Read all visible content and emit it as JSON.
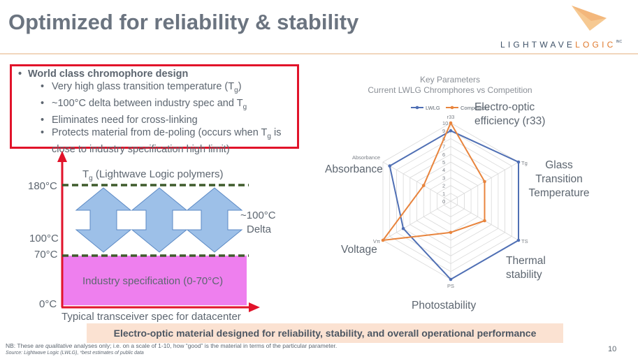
{
  "header": {
    "title": "Optimized for reliability & stability",
    "logo_word1": "LIGHTWAVE",
    "logo_word2": "LOGIC",
    "logo_tm": "INC"
  },
  "bullets": {
    "main": "World class chromophore design",
    "sub1": "Very high glass transition temperature (T",
    "sub1_g": "g",
    "sub1_end": ")",
    "sub2": "~100°C delta between industry spec and T",
    "sub2_g": "g",
    "sub3": "Eliminates need for cross-linking",
    "sub4": "Protects material from de-poling (occurs when T",
    "sub4_g": "g",
    "sub4_end": " is close to industry specification high limit)"
  },
  "temp_diagram": {
    "tg_label": "T",
    "tg_sub": "g",
    "tg_label_end": " (Lightwave Logic polymers)",
    "t180": "180°C",
    "t100": "100°C",
    "t70": "70°C",
    "t0": "0°C",
    "delta_line1": "~100°C",
    "delta_line2": "Delta",
    "spec_label": "Industry specification (0-70°C)",
    "xaxis_label": "Typical transceiver spec for datacenter"
  },
  "chart_data": {
    "type": "radar",
    "title": "Key Parameters",
    "subtitle": "Current LWLG Chromphores vs Competition",
    "axes": [
      "r33",
      "Tg",
      "TS",
      "PS",
      "Vπ",
      "Absorbance"
    ],
    "range": [
      0,
      10
    ],
    "ticks": [
      "0",
      "1",
      "2",
      "3",
      "4",
      "5",
      "6",
      "7",
      "8",
      "9",
      "10"
    ],
    "legend_position": "top",
    "series": [
      {
        "name": "LWLG",
        "color": "#4f6fb4",
        "values": [
          9,
          10,
          10,
          10,
          7,
          9
        ]
      },
      {
        "name": "Competition",
        "color": "#e8843d",
        "values": [
          10,
          5,
          5,
          4,
          10,
          4
        ]
      }
    ],
    "axis_descriptions": [
      "Electro-optic efficiency (r33)",
      "Glass Transition Temperature",
      "Thermal stability",
      "Photostability",
      "Voltage",
      "Absorbance"
    ]
  },
  "banner": "Electro-optic material designed for reliability, stability, and overall operational performance",
  "footnote_pre": "NB: These are ",
  "footnote_em": "qualitative",
  "footnote_post": " analyses only; i.e. on a scale of 1-10, how “good” is the material in terms of the particular parameter.",
  "source": "Source: Lightwave Logic (LWLG), *best estimates of public data",
  "page_number": "10",
  "colors": {
    "title": "#6b7480",
    "accent_red": "#e1132a",
    "dashed_line": "#3f5b2c",
    "arrow_fill": "#9dc0e8",
    "spec_box": "#ee7fee",
    "banner_bg": "#fbe2d2"
  }
}
